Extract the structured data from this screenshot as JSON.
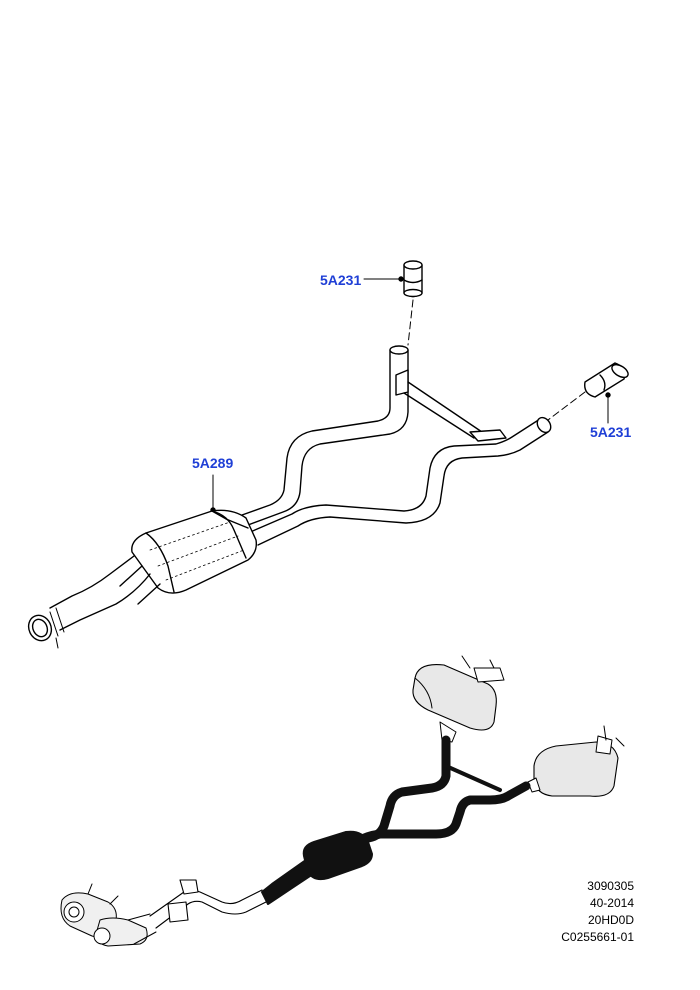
{
  "callouts": {
    "tailpipe_top": "5A231",
    "tailpipe_right": "5A231",
    "muffler": "5A289"
  },
  "reference": {
    "line1": "3090305",
    "line2": "40-2014",
    "line3": "20HD0D",
    "line4": "C0255661-01"
  },
  "colors": {
    "callout_text": "#1f3fd6",
    "line": "#000000",
    "highlight_fill": "#111111"
  }
}
